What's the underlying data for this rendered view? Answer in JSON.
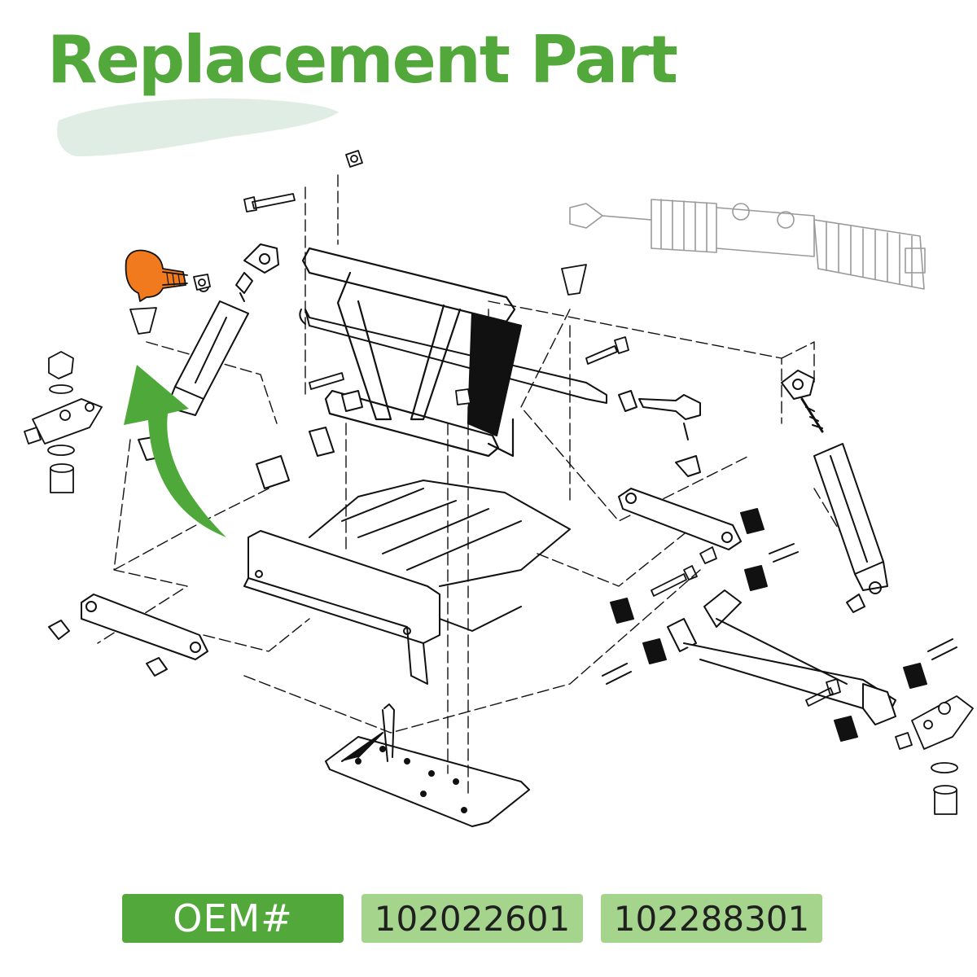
{
  "header": {
    "title": "Replacement Part"
  },
  "diagram": {
    "highlight_color": "#f07a1d",
    "arrow_color": "#4fa93a",
    "line_color": "#111111"
  },
  "oem": {
    "label": "OEM#",
    "part_numbers": [
      "102022601",
      "102288301"
    ]
  },
  "colors": {
    "brand_green": "#52a83a",
    "chip_dark": "#53a83b",
    "chip_light": "#a5d48d"
  }
}
